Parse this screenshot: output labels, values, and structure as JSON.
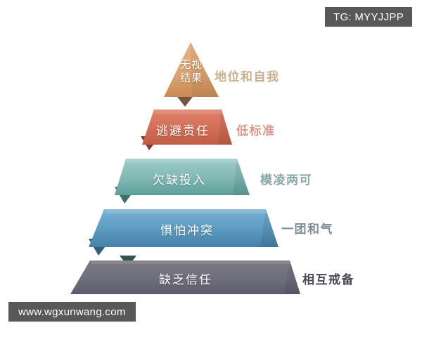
{
  "watermarks": {
    "tg": "TG: MYYJJPP",
    "site": "www.wgxunwang.com"
  },
  "diagram": {
    "type": "pyramid",
    "title": "",
    "levels": [
      {
        "id": "level-5-apex",
        "label": "无视\n结果",
        "label_line1": "无视",
        "label_line2": "结果",
        "side_label": "地位和自我",
        "fill_top": "#e0a97a",
        "fill_bottom": "#c98b57",
        "side_label_color": "#c9b08c",
        "shadow_color": "#6b4830"
      },
      {
        "id": "level-4",
        "label": "逃避责任",
        "side_label": "低标准",
        "fill_top": "#d9765c",
        "fill_bottom": "#c2604a",
        "side_label_color": "#d99a8c",
        "shadow_color": "#7a2f20"
      },
      {
        "id": "level-3",
        "label": "欠缺投入",
        "side_label": "模凌两可",
        "fill_top": "#8fc4c0",
        "fill_bottom": "#62a39e",
        "side_label_color": "#8aa8a6",
        "shadow_color": "#2f6460"
      },
      {
        "id": "level-2",
        "label": "惧怕冲突",
        "side_label": "一团和气",
        "fill_top": "#6ba8cc",
        "fill_bottom": "#4a87ad",
        "side_label_color": "#7e8e99",
        "shadow_color": "#1f4f6b"
      },
      {
        "id": "level-1-base",
        "label": "缺乏信任",
        "side_label": "相互戒备",
        "fill_top": "#75747f",
        "fill_bottom": "#5f5e6c",
        "side_label_color": "#4a4a52",
        "shadow_color": "#2c4a45"
      }
    ]
  }
}
